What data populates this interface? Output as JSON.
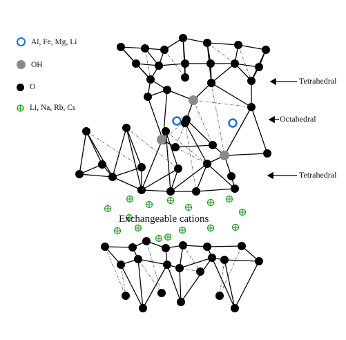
{
  "legend": {
    "metal": "Al, Fe, Mg, Li",
    "hydroxyl": "OH",
    "oxygen": "O",
    "cations": "Li, Na, Rb, Cs"
  },
  "layers": {
    "top": "Tetrahedral",
    "middle": "Octahedral",
    "bottom": "Tetrahedral"
  },
  "interlayer_label": "Exchangeable cations",
  "colors": {
    "metal": "#1a6fd6",
    "hydroxyl": "#8a8a8a",
    "oxygen": "#000000",
    "cation": "#1f9a1f"
  }
}
